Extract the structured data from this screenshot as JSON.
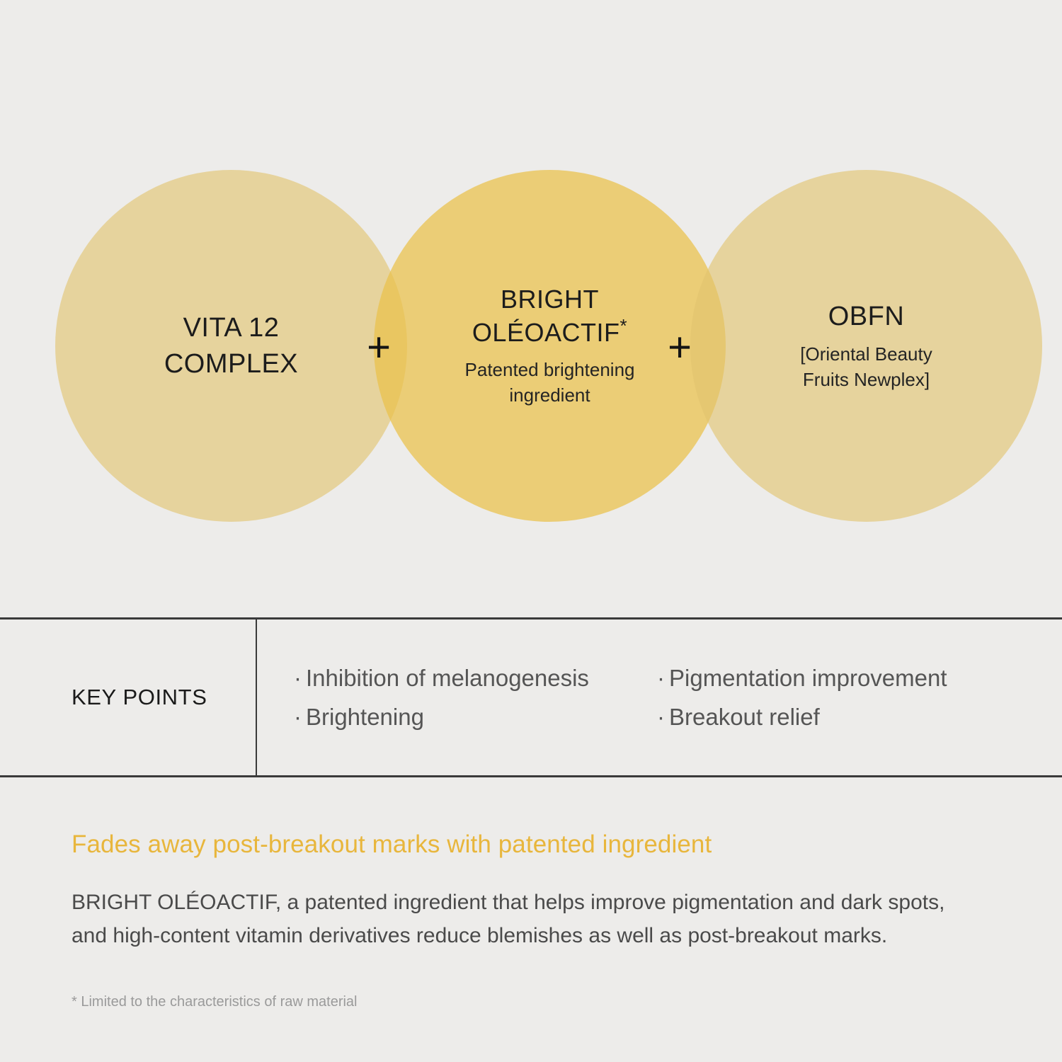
{
  "colors": {
    "background": "#EDECEA",
    "circle_side": "#EDDFB2",
    "circle_center": "#F0D782",
    "circle_overlap": "#F2CE64",
    "accent_yellow": "#E8B63C",
    "rule": "#3A3A3A",
    "body_text": "#4A4A4A",
    "muted_text": "#9A9A9A"
  },
  "venn": {
    "plus_symbol": "+",
    "circles": [
      {
        "id": "vita-12-complex",
        "title_line_1": "VITA 12",
        "title_line_2": "COMPLEX",
        "subtitle_line_1": "",
        "subtitle_line_2": ""
      },
      {
        "id": "bright-oleoactif",
        "title_line_1": "BRIGHT",
        "title_line_2": "OLÉOACTIF",
        "title_superscript": "*",
        "subtitle_line_1": "Patented brightening",
        "subtitle_line_2": "ingredient"
      },
      {
        "id": "obfn",
        "title_line_1": "OBFN",
        "title_line_2": "",
        "subtitle_line_1": "[Oriental Beauty",
        "subtitle_line_2": "Fruits Newplex]"
      }
    ]
  },
  "key_points": {
    "label": "KEY POINTS",
    "bullet": "·",
    "columns": [
      {
        "items": [
          "Inhibition of melanogenesis",
          "Brightening"
        ]
      },
      {
        "items": [
          "Pigmentation improvement",
          "Breakout relief"
        ]
      }
    ]
  },
  "copy": {
    "headline": "Fades away post-breakout marks with patented ingredient",
    "body_line_1": "BRIGHT OLÉOACTIF, a patented ingredient that helps improve pigmentation and dark spots,",
    "body_line_2": "and high-content vitamin derivatives reduce blemishes as well as post-breakout marks.",
    "footnote": "* Limited to the characteristics of raw material"
  }
}
